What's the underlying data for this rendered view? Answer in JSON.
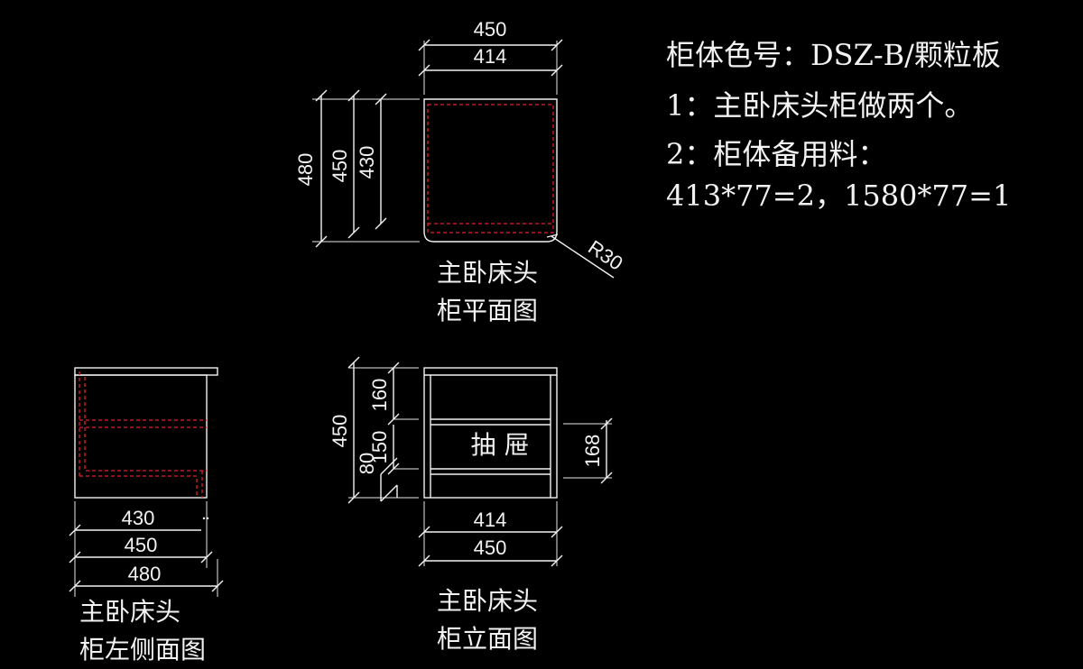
{
  "notes": {
    "line1": "柜体色号：DSZ-B/颗粒板",
    "line2": "1：主卧床头柜做两个。",
    "line3": "2：柜体备用料：",
    "line4": "413*77=2，1580*77=1"
  },
  "plan_view": {
    "dim_top_outer": "450",
    "dim_top_inner": "414",
    "dim_left_outer": "480",
    "dim_left_mid": "450",
    "dim_left_inner": "430",
    "radius": "R30",
    "caption_line1": "主卧床头",
    "caption_line2": "柜平面图"
  },
  "side_view": {
    "dim_430": "430",
    "dim_450": "450",
    "dim_480": "480",
    "caption_line1": "主卧床头",
    "caption_line2": "柜左侧面图"
  },
  "front_view": {
    "dim_height": "450",
    "dim_160": "160",
    "dim_150": "150",
    "dim_80": "80",
    "dim_168": "168",
    "drawer_label": "抽 屉",
    "dim_bottom_inner": "414",
    "dim_bottom_outer": "450",
    "caption_line1": "主卧床头",
    "caption_line2": "柜立面图"
  }
}
